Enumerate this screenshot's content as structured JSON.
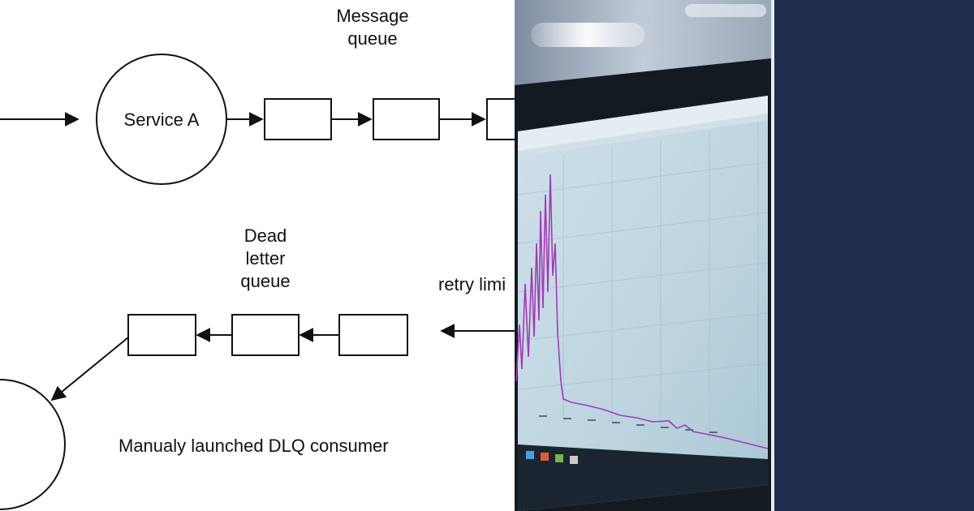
{
  "diagram": {
    "labels": {
      "message_queue_line1": "Message",
      "message_queue_line2": "queue",
      "service_a": "Service A",
      "dlq_line1": "Dead",
      "dlq_line2": "letter",
      "dlq_line3": "queue",
      "retry_limit": "retry limi",
      "dlq_consumer": "Manualy launched DLQ consumer"
    }
  },
  "photo": {
    "subject": "laptop screen showing a line chart",
    "line_color": "#a23bb8"
  },
  "colors": {
    "navy_panel": "#1f2d4e",
    "diagram_stroke": "#111111",
    "divider": "#e8ecf0"
  }
}
